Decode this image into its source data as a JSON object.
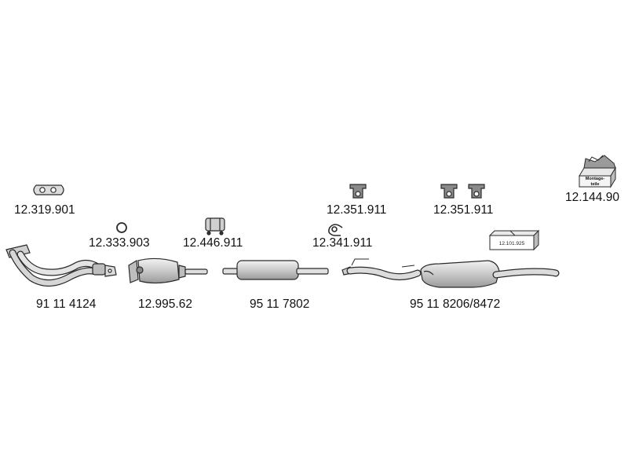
{
  "part_labels": {
    "gasket": "12.319.901",
    "ring": "12.333.903",
    "clamp": "12.446.911",
    "hanger_single": "12.351.911",
    "hanger_double": "12.351.911",
    "hanger_clip": "12.341.911",
    "mounting_kit": "12.144.90",
    "front_pipe": "91 11 4124",
    "catalytic_converter": "12.995.62",
    "middle_silencer": "95 11 7802",
    "rear_silencer": "95 11 8206/8472",
    "kit_box_label": "12.101.925",
    "mounting_kit_lid_line1": "Montage-",
    "mounting_kit_lid_line2": "teile"
  },
  "colors": {
    "line": "#2a2a2a",
    "part_fill": "#d8d8d8",
    "text": "#111111"
  }
}
